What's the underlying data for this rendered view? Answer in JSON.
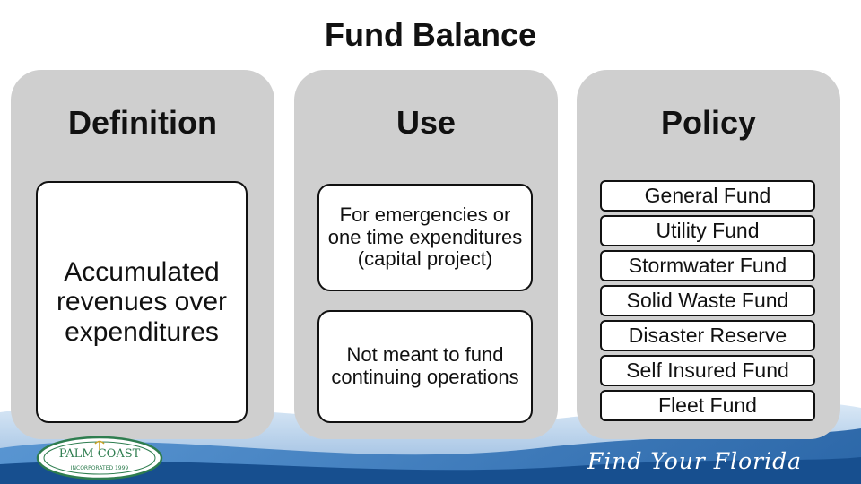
{
  "title": "Fund Balance",
  "columns": {
    "definition": {
      "heading": "Definition",
      "text": "Accumulated revenues over expenditures"
    },
    "use": {
      "heading": "Use",
      "items": [
        "For emergencies or one time expenditures (capital project)",
        "Not meant to fund continuing operations"
      ]
    },
    "policy": {
      "heading": "Policy",
      "items": [
        "General Fund",
        "Utility Fund",
        "Stormwater Fund",
        "Solid Waste Fund",
        "Disaster Reserve",
        "Self Insured Fund",
        "Fleet Fund"
      ]
    }
  },
  "footer": {
    "logo_text": "PALM COAST",
    "logo_incorporated": "INCORPORATED 1999",
    "tagline": "Find Your Florida"
  },
  "colors": {
    "column_bg": "#cfcfcf",
    "wave_blue": "#2f6fb3",
    "logo_green": "#2e7d4f"
  }
}
